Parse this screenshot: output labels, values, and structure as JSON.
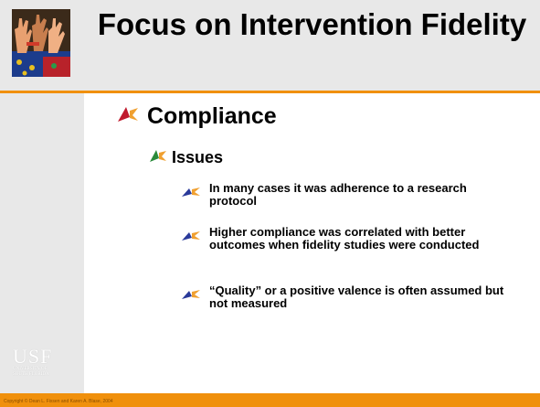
{
  "slide": {
    "title": "Focus on Intervention Fidelity",
    "level1": {
      "text": "Compliance",
      "icon": "pointer-arrow-icon"
    },
    "level2": {
      "text": "Issues",
      "icon": "pointer-arrow-icon"
    },
    "level3": [
      {
        "text": "In many cases it was adherence to a research protocol"
      },
      {
        "text": "Higher compliance was correlated with better outcomes when fidelity studies were conducted"
      },
      {
        "text": "“Quality” or a positive valence is often assumed but not measured"
      }
    ]
  },
  "logo": {
    "mark": "USF",
    "sub": "UNIVERSITY OF SOUTH FLORIDA"
  },
  "footer": {
    "copyright": "Copyright © Dean L. Fixsen and Karen A. Blase, 2004"
  },
  "colors": {
    "accent": "#f0900c",
    "panel": "#e8e8e8",
    "arrow": "#c0192c"
  }
}
